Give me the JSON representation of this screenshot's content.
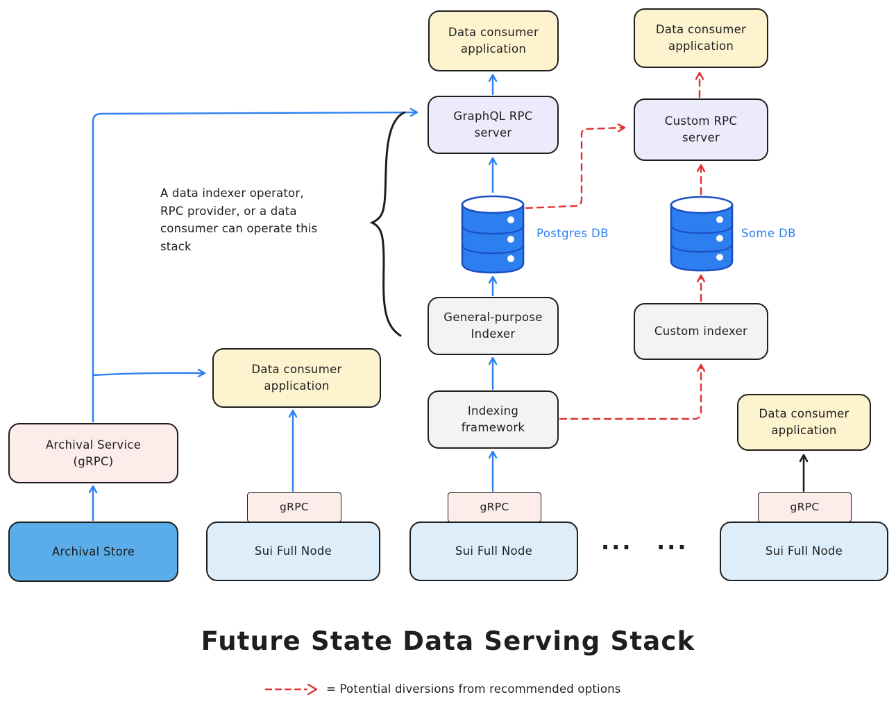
{
  "title": "Future State Data Serving Stack",
  "legend": {
    "text": "= Potential diversions from recommended options"
  },
  "annotation": "A data indexer operator,\nRPC provider, or a data\nconsumer can operate this\nstack",
  "nodes": {
    "consumer_top_center": "Data consumer\napplication",
    "consumer_top_right": "Data consumer\napplication",
    "graphql_rpc": "GraphQL RPC\nserver",
    "custom_rpc": "Custom RPC\nserver",
    "general_indexer": "General-purpose\nIndexer",
    "custom_indexer": "Custom indexer",
    "indexing_framework": "Indexing\nframework",
    "consumer_left": "Data consumer\napplication",
    "consumer_right": "Data consumer\napplication",
    "archival_service": "Archival Service\n(gRPC)",
    "archival_store": "Archival Store",
    "sui_node_left": "Sui Full Node",
    "sui_node_center": "Sui Full Node",
    "sui_node_right": "Sui Full Node",
    "grpc_left": "gRPC",
    "grpc_center": "gRPC",
    "grpc_right": "gRPC"
  },
  "db_labels": {
    "postgres": "Postgres DB",
    "some_db": "Some DB"
  },
  "ellipsis1": "...",
  "ellipsis2": "...",
  "colors": {
    "ink": "#1e1e1e",
    "yellow": "#fdf4cf",
    "lavender": "#ecebfb",
    "gray": "#f1f3f5",
    "pink": "#fcecea",
    "blue_box": "#5aade8",
    "lightblue": "#ddeefa",
    "db_fill": "#2d7ff0",
    "db_stroke": "#1a4fc4",
    "blue_arrow": "#2d7ff0",
    "red_arrow": "#e03131"
  }
}
